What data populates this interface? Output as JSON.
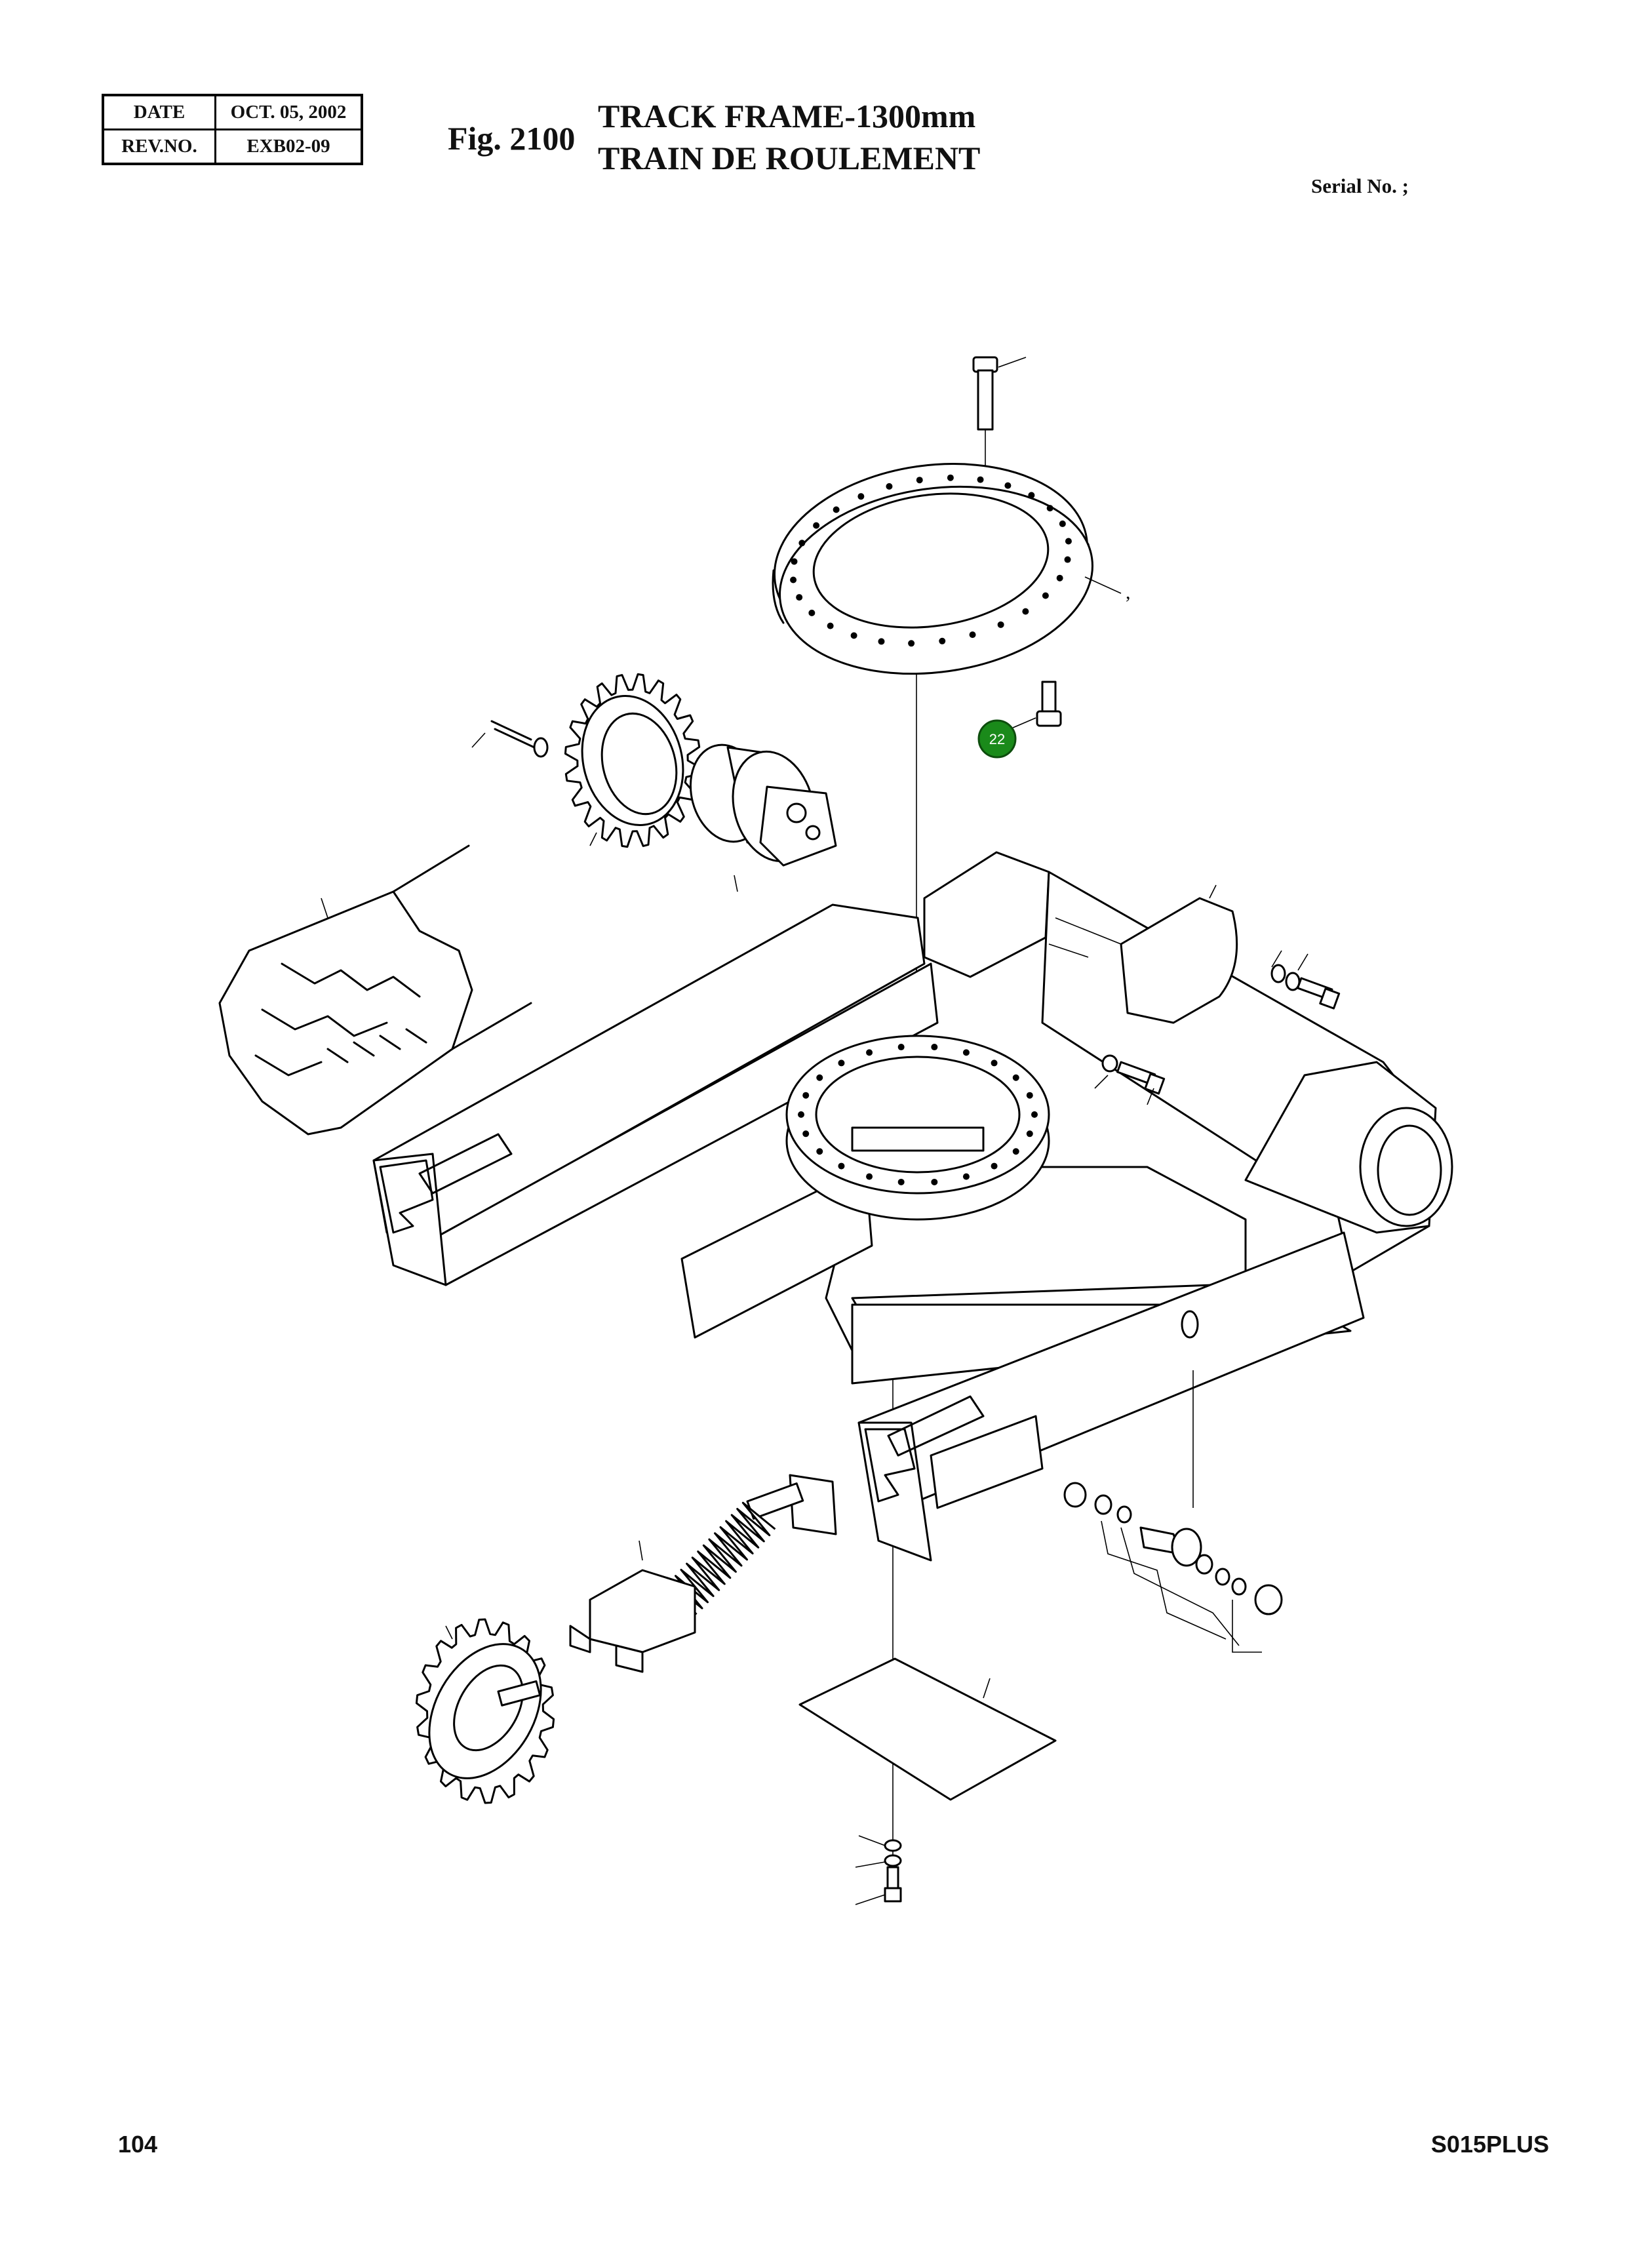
{
  "header": {
    "date_label": "DATE",
    "date_value": "OCT. 05, 2002",
    "rev_label": "REV.NO.",
    "rev_value": "EXB02-09",
    "fig_number": "Fig. 2100",
    "title_en": "TRACK FRAME-1300mm",
    "title_fr": "TRAIN DE ROULEMENT",
    "serial": "Serial No. ;"
  },
  "diagram": {
    "stray_mark": ",",
    "callout": {
      "label": "22",
      "color": "#1a8a1a"
    }
  },
  "footer": {
    "page": "104",
    "model": "S015PLUS"
  }
}
